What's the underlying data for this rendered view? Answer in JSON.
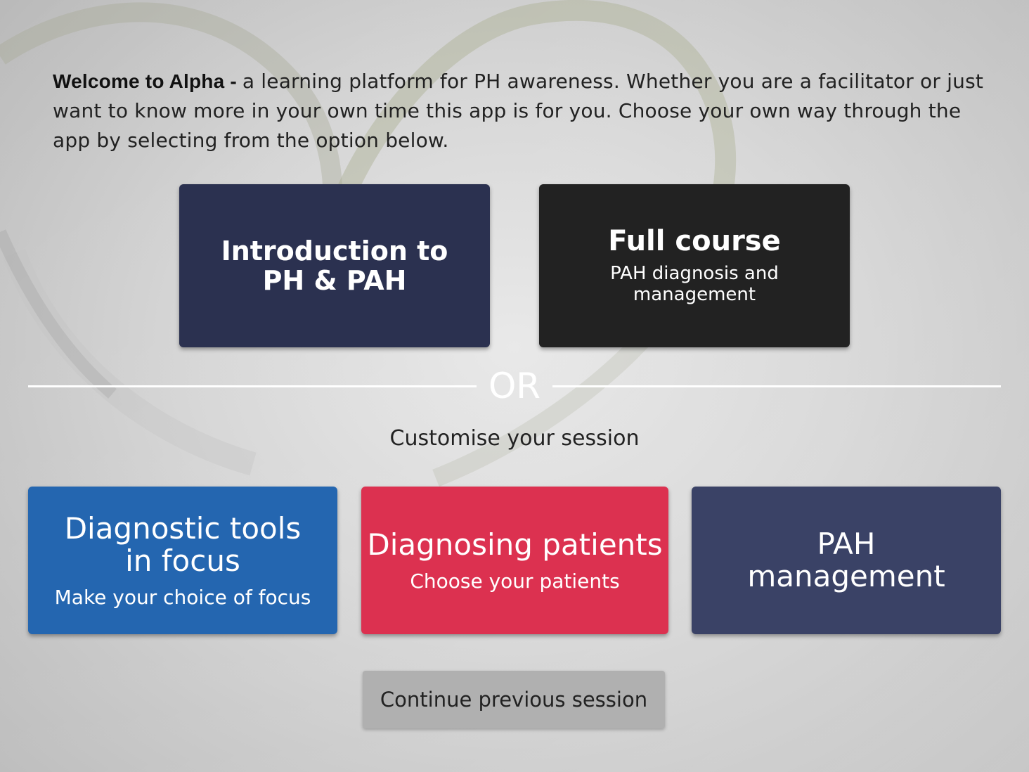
{
  "intro": {
    "lead": "Welcome to Alpha - ",
    "body": "a learning platform for PH awareness. Whether you are a facilitator or just want to know more in your own time this app is for you. Choose your own way through the app by selecting from the option below."
  },
  "courses": {
    "introduction": {
      "title": "Introduction to\nPH & PAH",
      "color": "#2b3150"
    },
    "full_course": {
      "title": "Full course",
      "subtitle": "PAH diagnosis and\nmanagement",
      "color": "#222222"
    }
  },
  "divider": {
    "text": "OR"
  },
  "customise": {
    "heading": "Customise your session"
  },
  "sessions": {
    "diagnostic_tools": {
      "title": "Diagnostic tools\nin focus",
      "subtitle": "Make your choice of focus",
      "color": "#2466b0"
    },
    "diagnosing_patients": {
      "title": "Diagnosing patients",
      "subtitle": "Choose your patients",
      "color": "#dc3150"
    },
    "pah_management": {
      "title": "PAH\nmanagement",
      "color": "#3a4266"
    }
  },
  "continue": {
    "label": "Continue previous session"
  }
}
